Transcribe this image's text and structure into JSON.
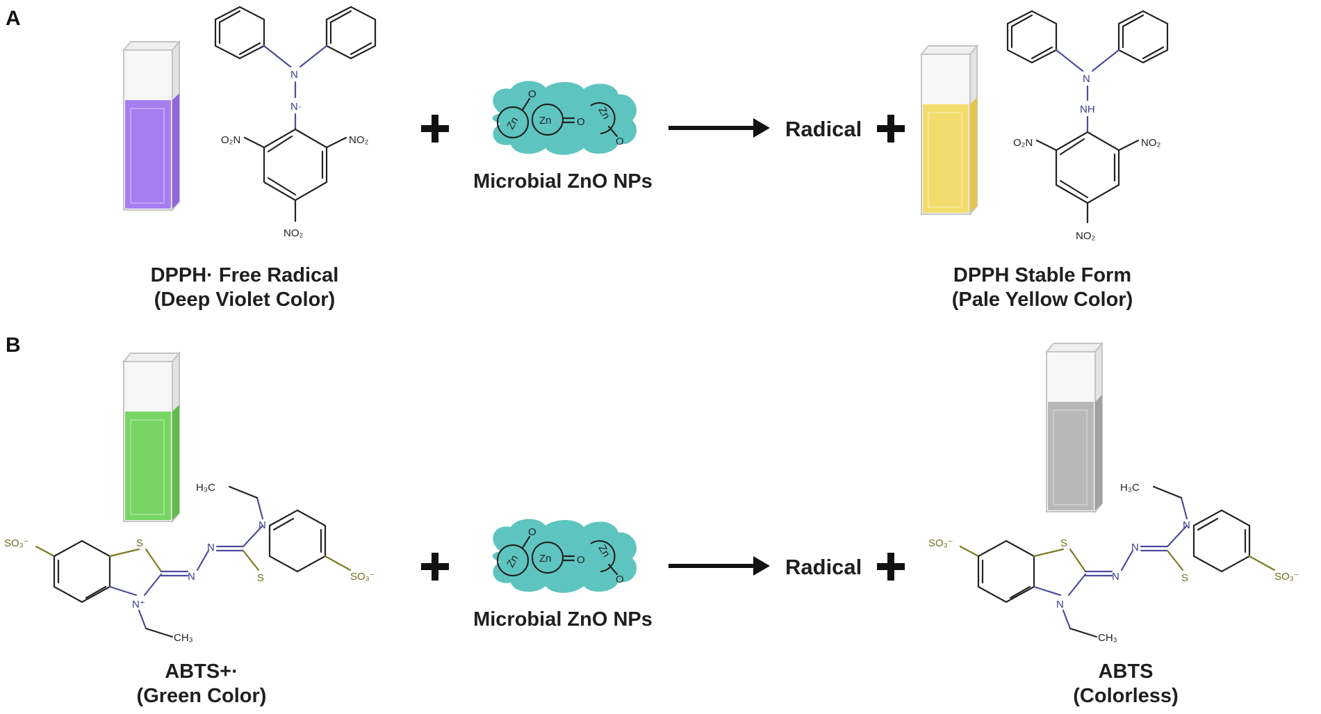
{
  "panels": [
    {
      "letter": "A",
      "reactant_caption_line1": "DPPH· Free Radical",
      "reactant_caption_line2": "(Deep Violet Color)",
      "product_caption_line1": "DPPH Stable Form",
      "product_caption_line2": "(Pale Yellow Color)",
      "reagent_label": "Microbial ZnO NPs",
      "radical_label": "Radical",
      "plus_symbol": "+",
      "reactant_color": "#a77ef2",
      "product_color": "#f3dc6e",
      "reactant_molecule": {
        "top_n_label": "N",
        "radical_n_label": "N·",
        "left_group": "O₂N",
        "right_group": "NO₂",
        "bottom_group": "NO₂"
      },
      "product_molecule": {
        "top_n_label": "N",
        "nh_label": "NH",
        "left_group": "O₂N",
        "right_group": "NO₂",
        "bottom_group": "NO₂"
      }
    },
    {
      "letter": "B",
      "reactant_caption_line1": "ABTS+·",
      "reactant_caption_line2": "(Green Color)",
      "product_caption_line1": "ABTS",
      "product_caption_line2": "(Colorless)",
      "reagent_label": "Microbial ZnO NPs",
      "radical_label": "Radical",
      "plus_symbol": "+",
      "reactant_color": "#78d563",
      "product_color": "#b8b8b8",
      "reactant_molecule": {
        "methyl_top": "H₃C",
        "methyl_bottom": "CH₃",
        "sulfonate_left": "SO₃⁻",
        "sulfonate_right": "SO₃⁻",
        "s_label": "S",
        "n_label": "N",
        "n_plus_label": "N⁺"
      },
      "product_molecule": {
        "methyl_top": "H₃C",
        "methyl_bottom": "CH₃",
        "sulfonate_left": "SO₃⁻",
        "sulfonate_right": "SO₃⁻",
        "s_label": "S",
        "n_label": "N"
      }
    }
  ],
  "nanoparticle": {
    "color": "#5ec4c0",
    "zn_label": "Zn",
    "o_label": "O"
  },
  "icons": {
    "arrow": "right-arrow-icon",
    "cuvette": "cuvette-icon",
    "plus": "plus-icon"
  }
}
